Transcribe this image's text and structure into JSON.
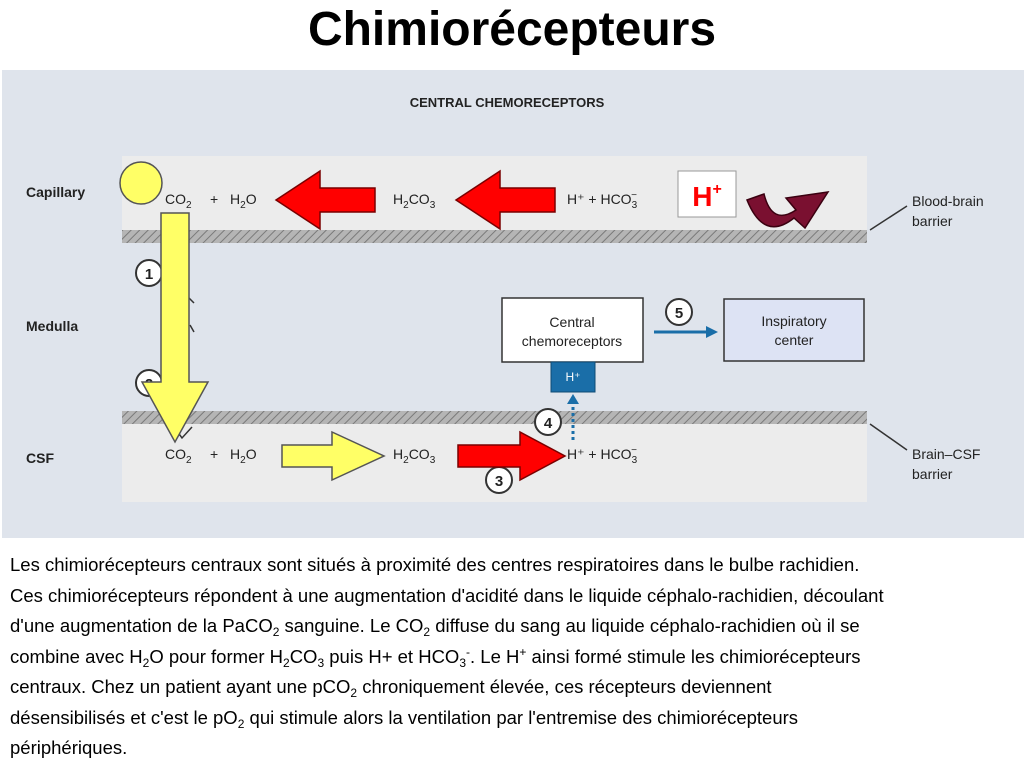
{
  "title": "Chimiorécepteurs",
  "diagram": {
    "heading": "CENTRAL CHEMORECEPTORS",
    "regions": {
      "capillary": "Capillary",
      "medulla": "Medulla",
      "csf": "CSF"
    },
    "barriers": {
      "blood_brain": [
        "Blood-brain",
        "barrier"
      ],
      "brain_csf": [
        "Brain–CSF",
        "barrier"
      ]
    },
    "capillary_reaction": {
      "co2": "CO",
      "co2_sub": "2",
      "plus1": "+",
      "h2o": "H",
      "h2o_sub": "2",
      "h2o_o": "O",
      "h2co3_h": "H",
      "h2co3_sub1": "2",
      "h2co3_co": "CO",
      "h2co3_sub2": "3",
      "products": "H⁺ +  HCO",
      "products_sub": "3",
      "products_sup": "−"
    },
    "csf_reaction": {
      "co2": "CO",
      "co2_sub": "2",
      "plus1": "+",
      "h2o": "H",
      "h2o_sub": "2",
      "h2o_o": "O",
      "h2co3_h": "H",
      "h2co3_sub1": "2",
      "h2co3_co": "CO",
      "h2co3_sub2": "3",
      "products": "H⁺ +  HCO",
      "products_sub": "3",
      "products_sup": "−"
    },
    "h_plus_label": "H",
    "h_plus_sup": "+",
    "central_box": [
      "Central",
      "chemoreceptors"
    ],
    "h_plus_small": "H⁺",
    "inspiratory_box": [
      "Inspiratory",
      "center"
    ],
    "steps": [
      "1",
      "2",
      "3",
      "4",
      "5"
    ],
    "colors": {
      "red_arrow": "#ff0000",
      "yellow_arrow": "#ffff66",
      "maroon_arrow": "#7a1030",
      "blue": "#1a6ea8",
      "panel": "#dfe4ec",
      "lane": "#ececec"
    }
  },
  "caption": {
    "l1": "Les chimiorécepteurs centraux sont situés à proximité des centres respiratoires dans le bulbe rachidien.",
    "l2": "Ces chimiorécepteurs répondent à une augmentation d'acidité dans le liquide céphalo-rachidien, découlant",
    "l3a": "d'une augmentation de la PaCO",
    "l3b": "2",
    "l3c": " sanguine. Le CO",
    "l3d": "2",
    "l3e": " diffuse du sang au liquide céphalo-rachidien où il se",
    "l4a": "combine avec H",
    "l4b": "2",
    "l4c": "O pour former H",
    "l4d": "2",
    "l4e": "CO",
    "l4f": "3",
    "l4g": " puis H+ et HCO",
    "l4h": "3",
    "l4i": "-",
    "l4j": ".  Le H",
    "l4k": "+",
    "l4l": " ainsi formé stimule les chimiorécepteurs",
    "l5a": "centraux. Chez un patient ayant une pCO",
    "l5b": "2",
    "l5c": " chroniquement élevée, ces récepteurs deviennent",
    "l6a": "désensibilisés et c'est le pO",
    "l6b": "2",
    "l6c": " qui stimule alors la ventilation par l'entremise des chimiorécepteurs",
    "l7": "périphériques."
  }
}
